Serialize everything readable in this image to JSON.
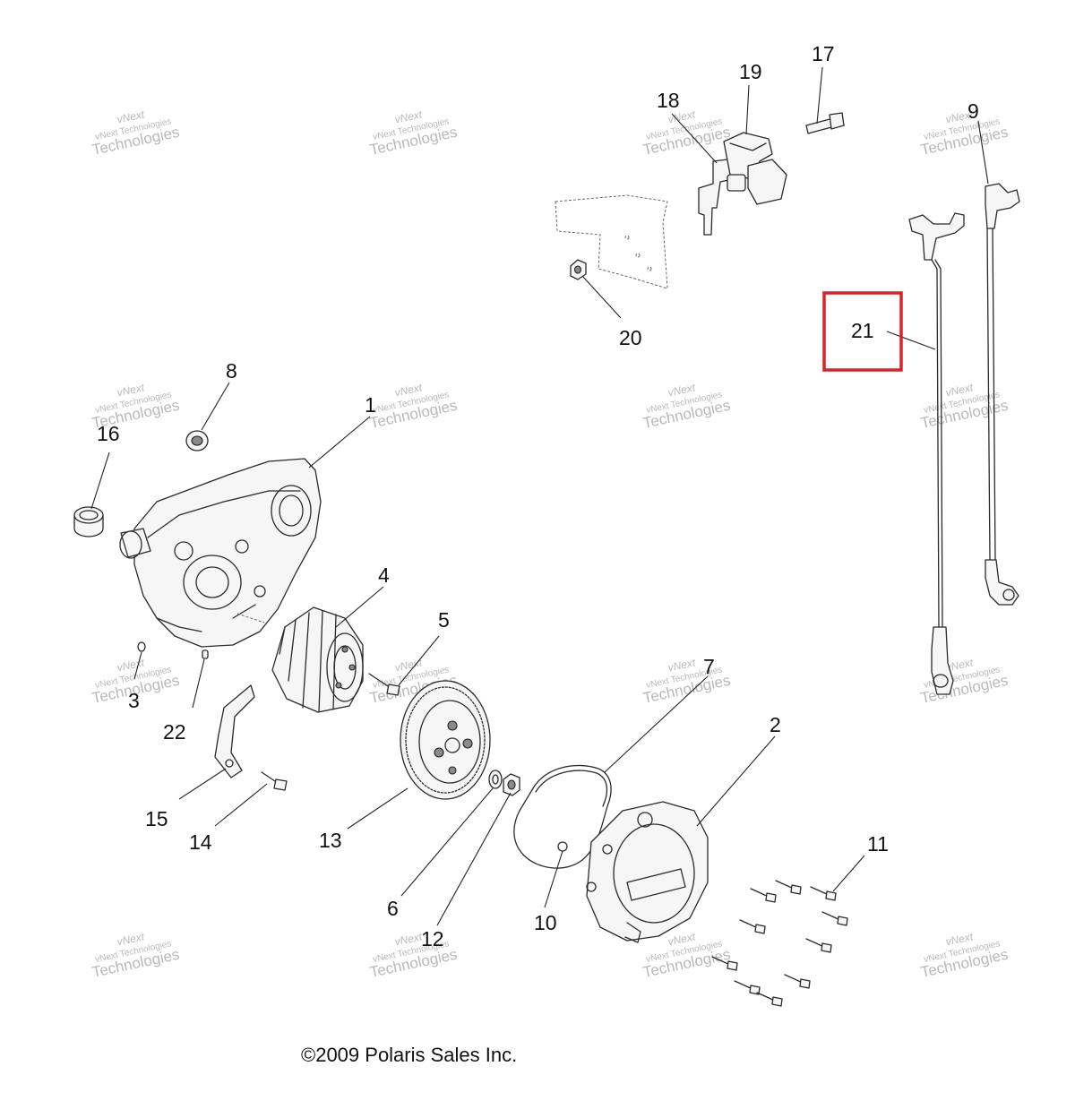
{
  "diagram": {
    "copyright": "©2009 Polaris Sales Inc.",
    "watermark": {
      "line1": "vNext",
      "line2": "vNext Technologies",
      "line3": "Technologies"
    },
    "callouts": [
      "1",
      "2",
      "3",
      "4",
      "5",
      "6",
      "7",
      "8",
      "9",
      "10",
      "11",
      "12",
      "13",
      "14",
      "15",
      "16",
      "17",
      "18",
      "19",
      "20",
      "21",
      "22"
    ],
    "highlighted_callout": "21",
    "highlight_color": "#d9232a"
  }
}
